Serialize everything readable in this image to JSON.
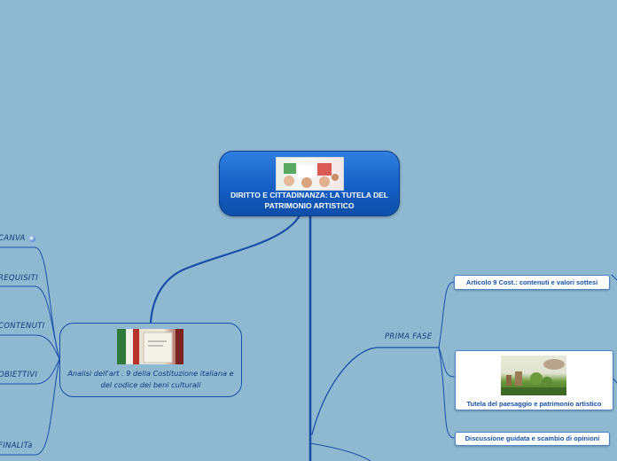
{
  "central_topic": {
    "title": "DIRITTO E CITTADINANZA: LA TUTELA DEL PATRIMONIO ARTISTICO",
    "image": "hands-painting-flag-image"
  },
  "left_branch": {
    "title": "Analisi dell'art . 9 della Costituzione italiana e del codice dei beni culturali",
    "image": "constitution-book-image",
    "children": [
      "CANVA",
      "REQUISITI",
      "CONTENUTI",
      "OBIETTIVI",
      "FINALITà"
    ]
  },
  "right_branch": {
    "title": "PRIMA FASE",
    "children": [
      "Articolo 9 Cost.: contenuti e valori sottesi",
      "Tutela del paesaggio e patrimonio artistico",
      "Discussione guidata e scambio di opinioni"
    ],
    "child_image": "hand-growing-plants-image"
  },
  "colors": {
    "background": "#8fb9d1",
    "connector": "#1a4fa2",
    "central_fill": "#1f6bd0"
  }
}
